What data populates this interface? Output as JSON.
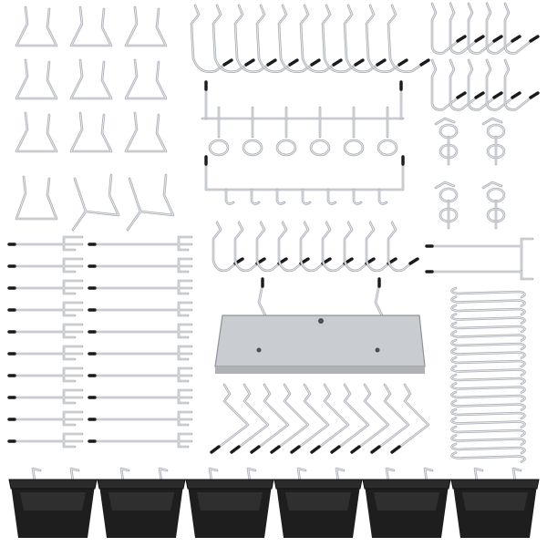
{
  "image": {
    "width": 600,
    "height": 600,
    "background": "#ffffff",
    "subject": "pegboard-hook-assortment",
    "colors": {
      "metal": "#a9adb3",
      "metal_highlight": "#e7e9ec",
      "rubber_tip": "#1b1b1b",
      "bin": "#1e1e1e",
      "plate": "#c9ccd0"
    }
  },
  "groups": {
    "loop_hooks": 12,
    "j_hooks_large": 10,
    "l_hooks_small": 10,
    "ring_rack": 6,
    "multi_prong_rack": 7,
    "spring_clips": 4,
    "j_hooks_medium": 9,
    "fork_hooks_short": 10,
    "fork_hooks_long": 10,
    "double_hook": 1,
    "shelf_plate": 1,
    "s_clips": 20,
    "angled_hooks": 10,
    "bins": 6
  }
}
